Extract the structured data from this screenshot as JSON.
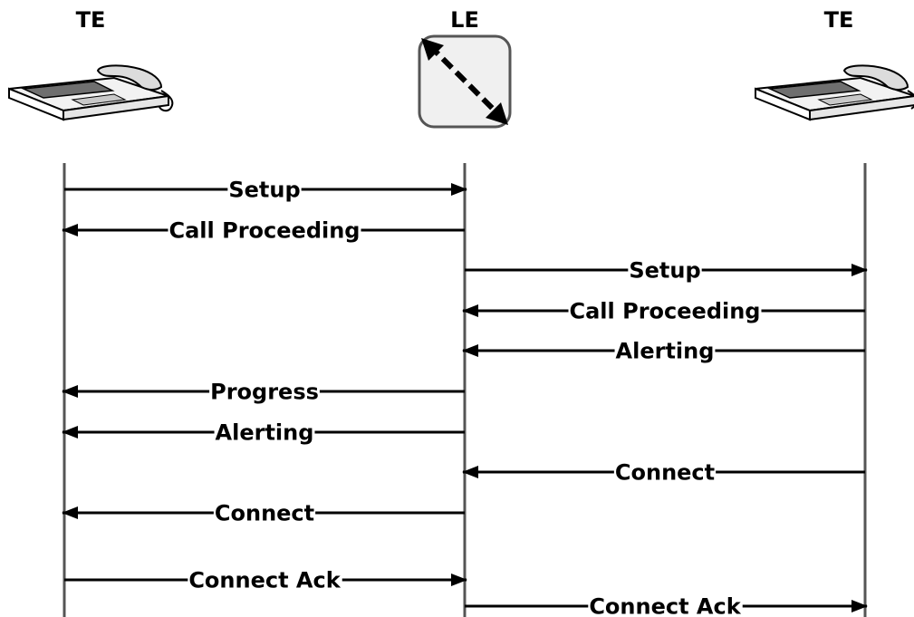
{
  "entities": [
    {
      "id": "te_left",
      "label": "TE",
      "icon": "telephone-icon"
    },
    {
      "id": "le",
      "label": "LE",
      "icon": "exchange-switch-icon"
    },
    {
      "id": "te_right",
      "label": "TE",
      "icon": "telephone-icon"
    }
  ],
  "messages": [
    {
      "label": "Setup",
      "from": "te_left",
      "to": "le"
    },
    {
      "label": "Call Proceeding",
      "from": "le",
      "to": "te_left"
    },
    {
      "label": "Setup",
      "from": "le",
      "to": "te_right"
    },
    {
      "label": "Call Proceeding",
      "from": "te_right",
      "to": "le"
    },
    {
      "label": "Alerting",
      "from": "te_right",
      "to": "le"
    },
    {
      "label": "Progress",
      "from": "le",
      "to": "te_left"
    },
    {
      "label": "Alerting",
      "from": "le",
      "to": "te_left"
    },
    {
      "label": "Connect",
      "from": "te_right",
      "to": "le"
    },
    {
      "label": "Connect",
      "from": "le",
      "to": "te_left"
    },
    {
      "label": "Connect Ack",
      "from": "te_left",
      "to": "le"
    },
    {
      "label": "Connect Ack",
      "from": "le",
      "to": "te_right"
    }
  ]
}
